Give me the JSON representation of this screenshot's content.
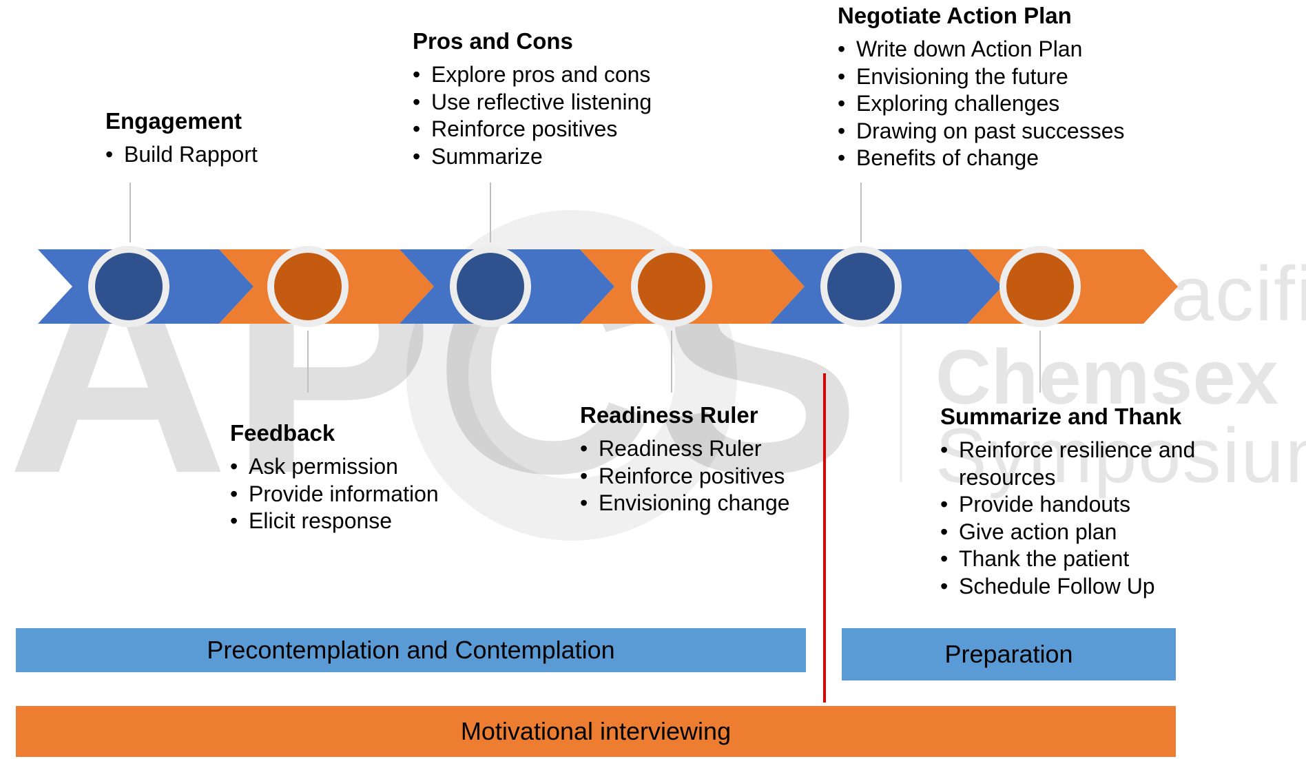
{
  "watermark": {
    "logo_letters": "APCS",
    "line1": "Asia-Pacific",
    "line2": "Chemsex",
    "line3": "Symposium"
  },
  "stages": [
    {
      "title": "Engagement",
      "items": [
        "Build Rapport"
      ]
    },
    {
      "title": "Feedback",
      "items": [
        "Ask permission",
        "Provide information",
        "Elicit response"
      ]
    },
    {
      "title": "Pros and Cons",
      "items": [
        "Explore pros and cons",
        "Use reflective listening",
        "Reinforce positives",
        "Summarize"
      ]
    },
    {
      "title": "Readiness Ruler",
      "items": [
        "Readiness Ruler",
        "Reinforce positives",
        "Envisioning change"
      ]
    },
    {
      "title": "Negotiate Action Plan",
      "items": [
        "Write down Action Plan",
        "Envisioning the future",
        "Exploring challenges",
        "Drawing on past successes",
        "Benefits of change"
      ]
    },
    {
      "title": "Summarize and Thank",
      "items": [
        "Reinforce resilience and resources",
        "Provide handouts",
        "Give action plan",
        "Thank the patient",
        "Schedule Follow Up"
      ]
    }
  ],
  "bands": {
    "precontemplation": "Precontemplation and Contemplation",
    "preparation": "Preparation",
    "motivational": "Motivational interviewing"
  },
  "colors": {
    "blue": "#4472C4",
    "orange": "#ED7D31",
    "dark_blue_circle": "#2F528F",
    "dark_orange_circle": "#C55A11",
    "light_blue_band": "#5B9BD5",
    "divider_red": "#E00000",
    "connector_gray": "#BFBFBF"
  }
}
